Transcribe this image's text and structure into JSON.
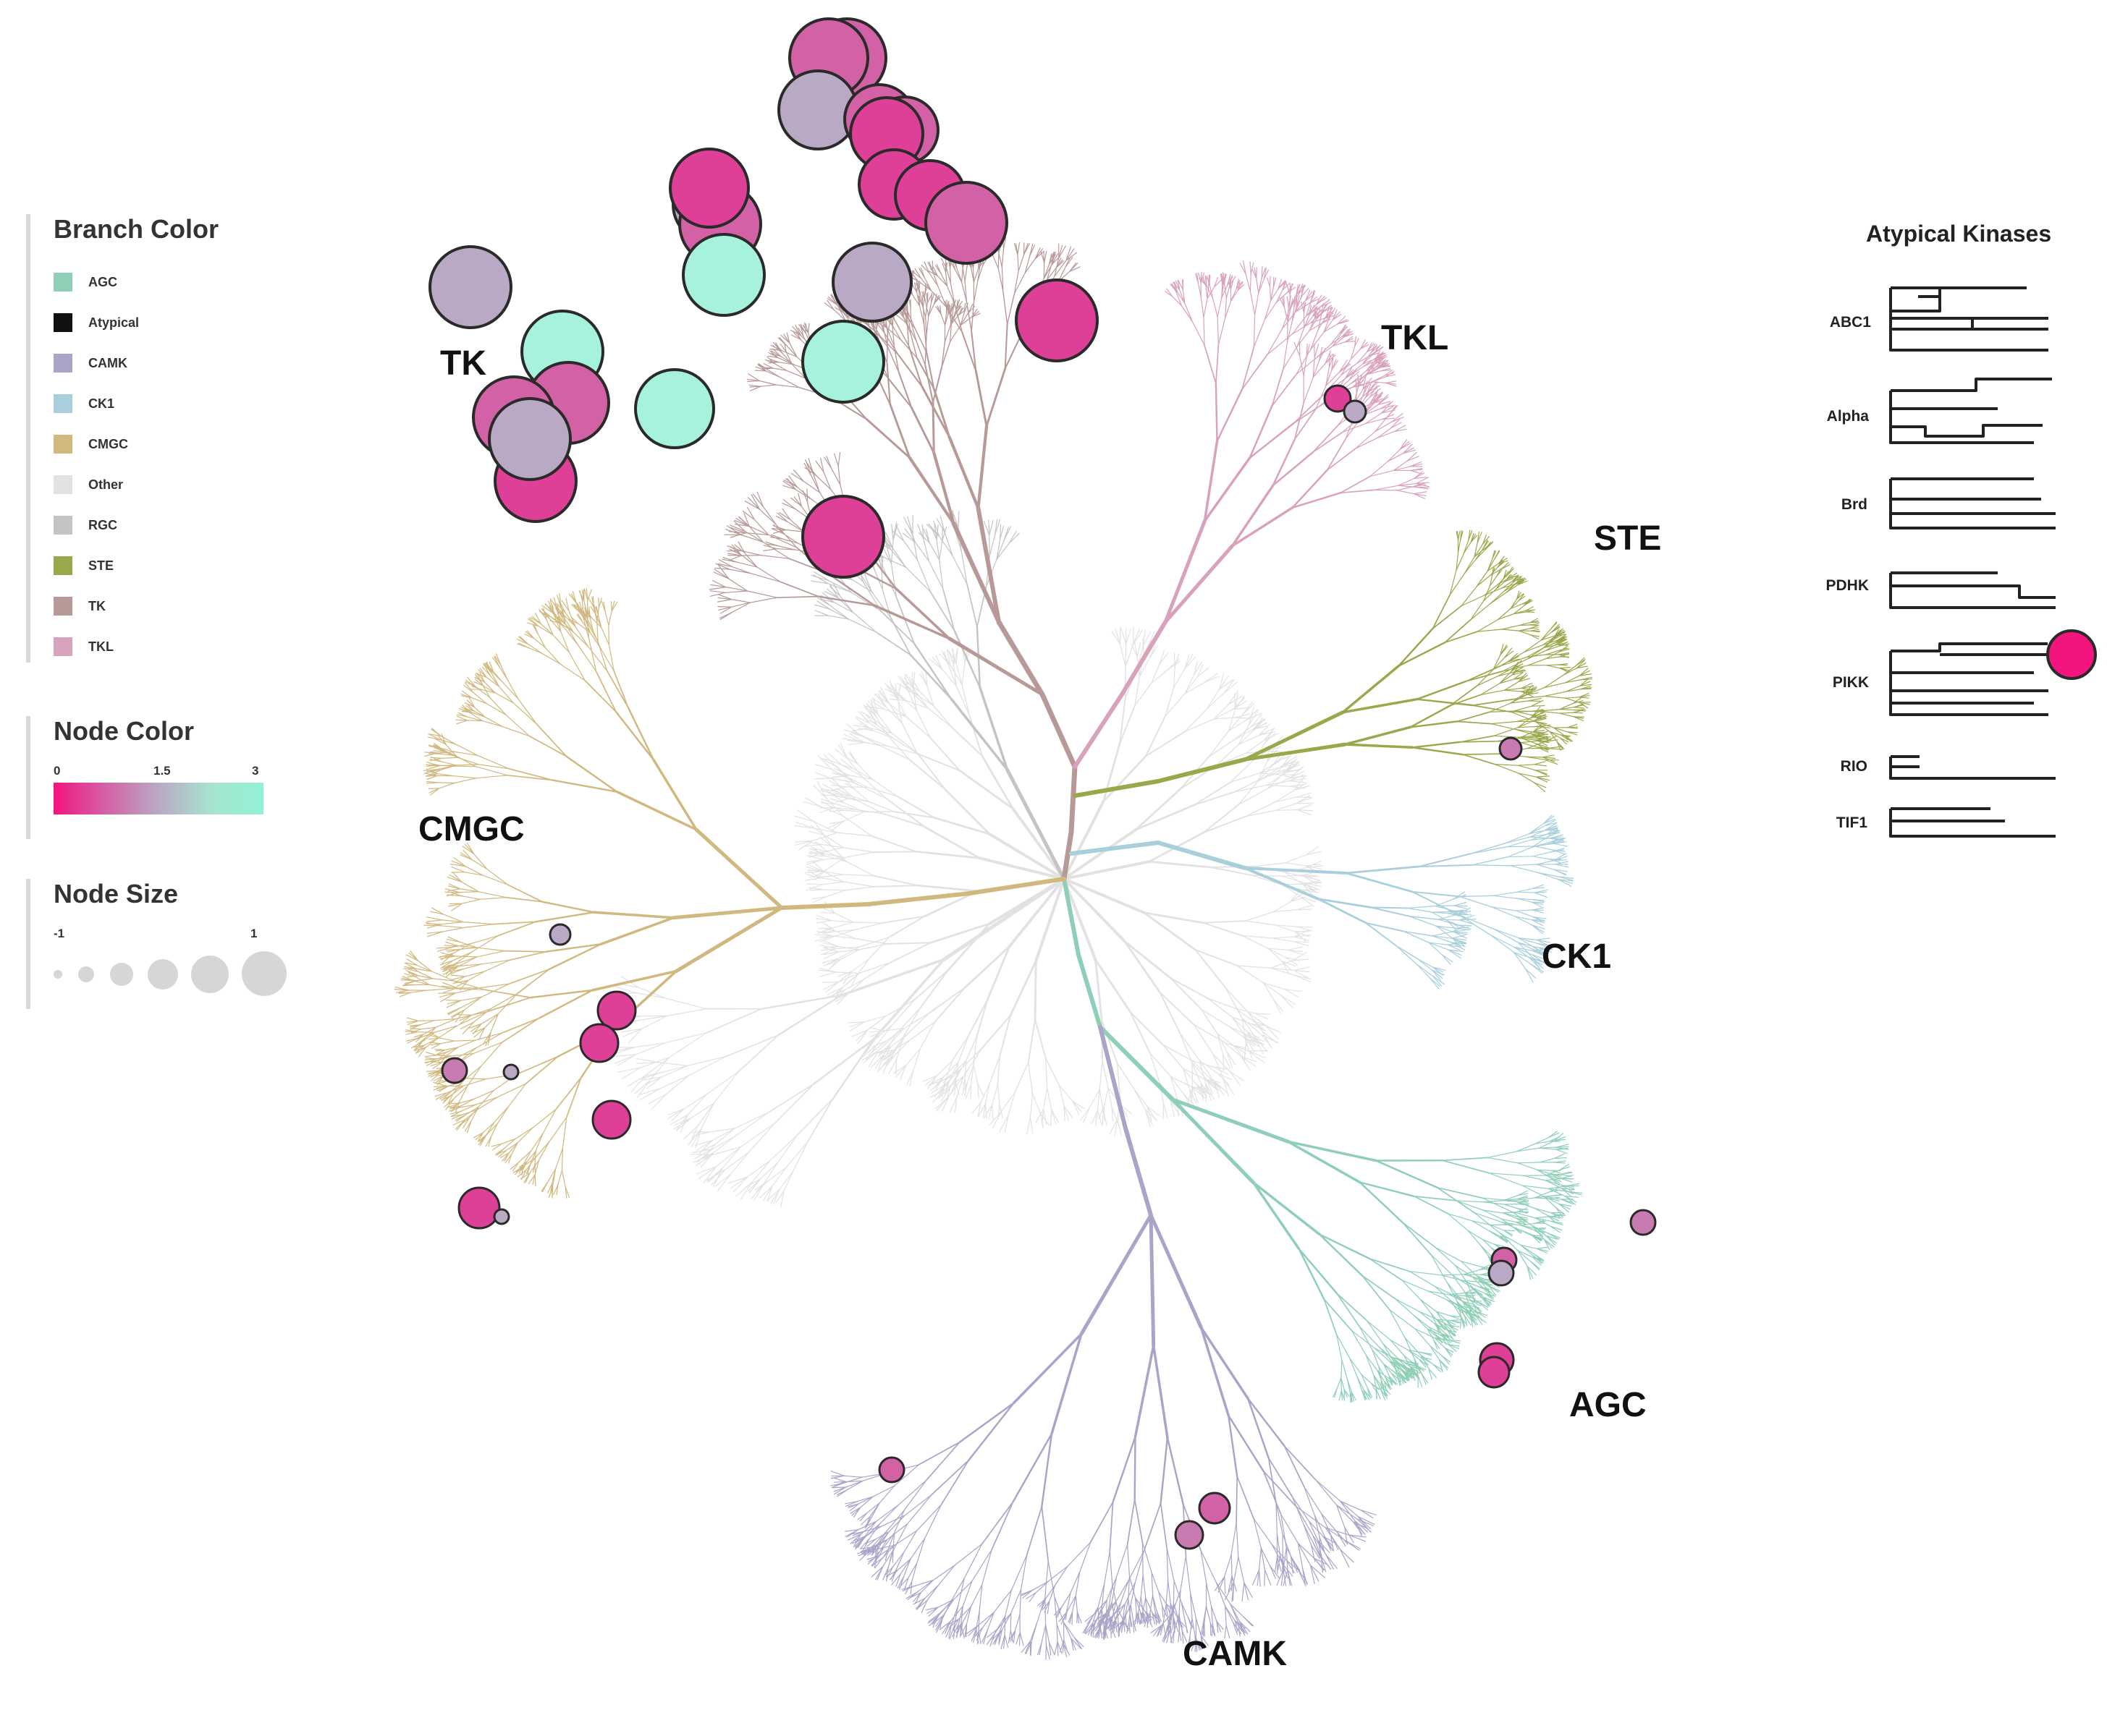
{
  "branch_legend": {
    "title": "Branch Color",
    "items": [
      {
        "label": "AGC",
        "color": "#8ecfb5"
      },
      {
        "label": "Atypical",
        "color": "#111111"
      },
      {
        "label": "CAMK",
        "color": "#a9a5c9"
      },
      {
        "label": "CK1",
        "color": "#a9cfdc"
      },
      {
        "label": "CMGC",
        "color": "#d1b87f"
      },
      {
        "label": "Other",
        "color": "#e2e2e2"
      },
      {
        "label": "RGC",
        "color": "#c4c4c4"
      },
      {
        "label": "STE",
        "color": "#9aa84c"
      },
      {
        "label": "TK",
        "color": "#b79a97"
      },
      {
        "label": "TKL",
        "color": "#d9a2bc"
      }
    ]
  },
  "node_color_legend": {
    "title": "Node Color",
    "ticks": [
      "0",
      "1.5",
      "3"
    ],
    "color_low": "#f3147e",
    "color_mid": "#b9a9c4",
    "color_high": "#91f2d6"
  },
  "node_size_legend": {
    "title": "Node Size",
    "ticks": [
      "-1",
      "1"
    ]
  },
  "tree": {
    "group_labels": [
      "TK",
      "TKL",
      "STE",
      "CK1",
      "AGC",
      "CAMK",
      "CMGC"
    ]
  },
  "atypical": {
    "title": "Atypical Kinases",
    "families": [
      "ABC1",
      "Alpha",
      "Brd",
      "PDHK",
      "PIKK",
      "RIO",
      "TIF1"
    ]
  },
  "colors": {
    "node_stroke": "#2a2a2a",
    "highlight_pink": "#f3147e",
    "mid_purple": "#b9a9c4",
    "mint": "#a7f2dc"
  }
}
